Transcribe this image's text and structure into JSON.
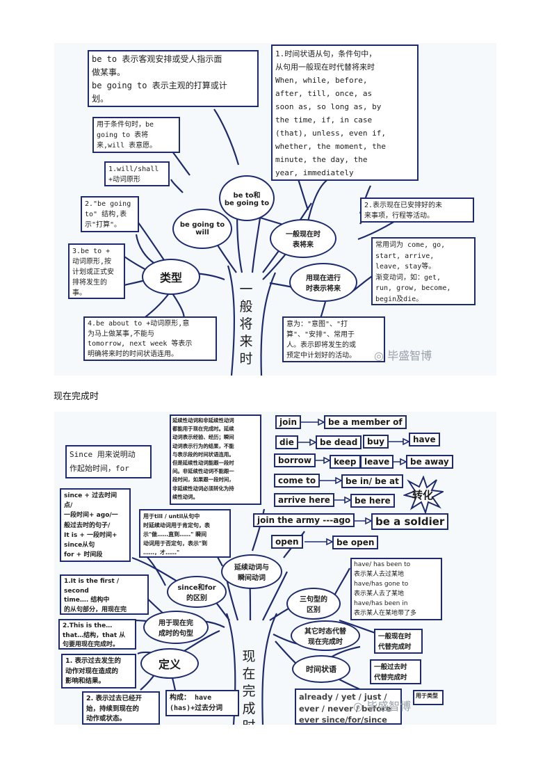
{
  "figure1": {
    "trunk_label": "一\n般\n将\n来\n时",
    "nodes": {
      "be_to": "be to和\nbe going to",
      "be_going_to": "be going to\nwill",
      "types": "类型",
      "present_simple": "一般现在时\n表将来",
      "present_progressive": "用现在进行\n时表示将来"
    },
    "boxes": {
      "be_to_def": "be to 表示客观安排或受人指示面\n做某事。\nbe going to 表示主观的打算或计\n划。",
      "conditional": "用于条件句时，be\ngoing to 表将\n来,will 表意愿。",
      "will_shall": "1.will/shall\n+动词原形",
      "be_going_struct": "2.\"be going\nto\" 结构,表\n示\"打算\"。",
      "be_to_plus": "3.be to +\n动词原形,按\n计划或正式安\n排将发生的\n事。",
      "be_about_to": "4.be about to +动词原形,意\n为马上做某事,不能与\ntomorrow, next week 等表示\n明确将来时的时间状语连用。",
      "adverbial_clause": "1.时间状语从句，条件句中，\n从句用一般现在时代替将来时\nWhen, while, before,\nafter, till, once, as\nsoon as, so long as, by\nthe time, if, in case\n(that), unless, even if,\nwhether, the moment, the\nminute, the day, the\nyear, immediately",
      "scheduled": "2.表示现在已安排好的未\n来事项，行程等活动。",
      "common_verbs": "常用词为 come, go,\nstart, arrive,\nleave, stay等。\n渐变动词，如：get,\nrun, grow, become,\nbegin及die。",
      "intention": "意为：\"意图\"、\"打\n算\"、\"安排\"、常用于\n人。表示即将发生的或\n预定中计划好的活动。"
    },
    "watermark": "毕盛智博"
  },
  "section_heading": "现在完成时",
  "figure2": {
    "trunk_label": "现\n在\n完\n成\n时",
    "nodes": {
      "continuous_instant": "延续动词与\n瞬间动词",
      "since_for": "since和for\n的区别",
      "sentence_patterns": "用于现在完\n成时的句型",
      "definition": "定义",
      "three_patterns": "三句型的\n区别",
      "other_tenses": "其它时态代替\n现在完成时",
      "time_adverbial": "时间状语"
    },
    "boxes": {
      "top_note": "延续性动词和非延续性动词\n都能用于现在完成时。延续\n动词表示经验、经历；瞬间\n动词表示行为的结果，不能\n与表示段的时间状语连用。\n但是延续性动词能跟一段时\n间。非延续性动词不能跟一\n段时间，如果跟一段时间，\n非延续性动词必须转化为持\n续性动词。",
      "since_for_def": "Since 用来说明动\n作起始时间，for",
      "since_time": "since + 过去时间\n点/\n一段时间+ ago/一\n般过去时的句子/\nIt is + 一段时间+\nsince从句\nfor + 时间段",
      "till_until": "用于till / until从句中\n时延续动词用于肯定句，表\n示\"做……直到……\" 瞬间\n动词用于否定句，表示\"到\n……，才……\"",
      "first_second": "1.It is the first / second\ntime…. 结构中\n的从句部分，用现在完\n成时。",
      "this_is_the": "2.This is the…\nthat…结构，that 从\n句要用现在完成时。",
      "def1": "1. 表示过去发生的\n动作对现在造成的\n影响和结果。",
      "def2": "2. 表示过去已经开\n始，持续到现在的\n动作或状态。",
      "construction": "构成： have\n(has)+过去分词",
      "have_been": "have/ has been to\n表示某人去过某地\nhave/has gone to\n表示某人去了某地\nhave/has been in\n表示某人在某地带了多",
      "present_simple_sub": "一般现在时\n代替完成时",
      "past_simple_sub": "一般过去时\n代替完成时",
      "adverbs": "already / yet / just /\never / never / before\never since/for/since"
    },
    "verb_pairs": [
      {
        "from": "join",
        "to": "be a member of"
      },
      {
        "from": "die",
        "to": "be dead"
      },
      {
        "from": "buy",
        "to": "have"
      },
      {
        "from": "borrow",
        "to": "keep"
      },
      {
        "from": "leave",
        "to": "be away"
      },
      {
        "from": "come to",
        "to": "be in/ be at"
      },
      {
        "from": "arrive here",
        "to": "be here"
      },
      {
        "from": "join the army ---ago",
        "to": "be a soldier"
      },
      {
        "from": "open",
        "to": "be open"
      }
    ],
    "star_label": "转化",
    "corner_note": "用于类型",
    "watermark": "毕盛智博"
  }
}
